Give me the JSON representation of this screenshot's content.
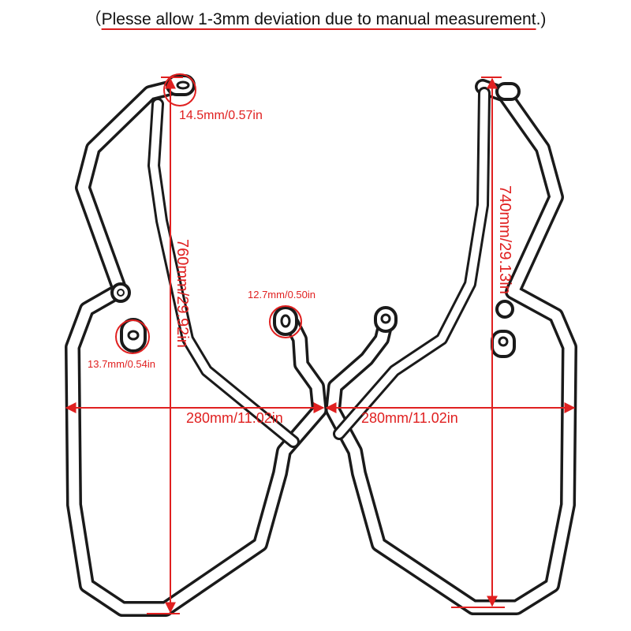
{
  "note": {
    "open": "（",
    "text": "Plesse allow 1-3mm deviation due to manual measurement",
    "close": ".)"
  },
  "measurements": {
    "top_hole": "14.5mm/0.57in",
    "height_left": "760mm/29.92in",
    "center_hole": "12.7mm/0.50in",
    "lower_hole": "13.7mm/0.54in",
    "width_left": "280mm/11.02in",
    "width_right": "280mm/11.02in",
    "height_right": "740mm/29.13in"
  },
  "colors": {
    "dimension": "#e02020",
    "tube_outline": "#1a1a1a",
    "tube_fill": "#ffffff"
  }
}
